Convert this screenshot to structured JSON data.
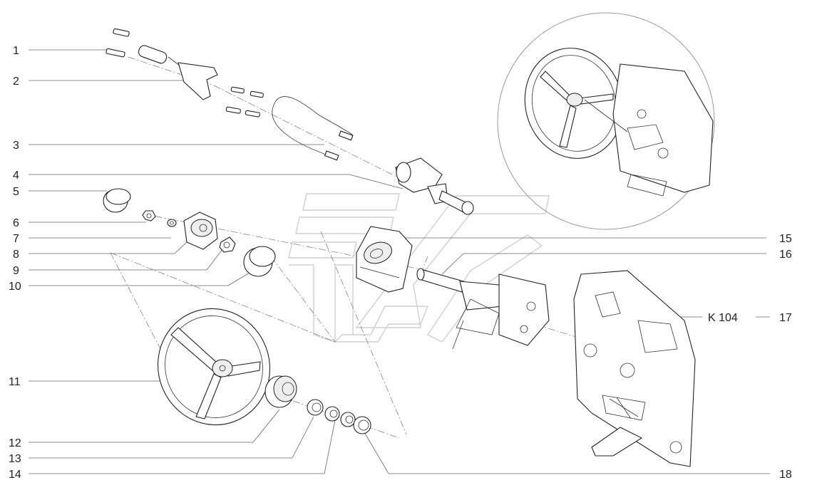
{
  "callouts": [
    {
      "num": "1"
    },
    {
      "num": "2"
    },
    {
      "num": "3"
    },
    {
      "num": "4"
    },
    {
      "num": "5"
    },
    {
      "num": "6"
    },
    {
      "num": "7"
    },
    {
      "num": "8"
    },
    {
      "num": "9"
    },
    {
      "num": "10"
    },
    {
      "num": "11"
    },
    {
      "num": "12"
    },
    {
      "num": "13"
    },
    {
      "num": "14"
    },
    {
      "num": "15"
    },
    {
      "num": "16"
    },
    {
      "num": "17"
    },
    {
      "num": "18"
    }
  ],
  "reference_label": "K 104"
}
